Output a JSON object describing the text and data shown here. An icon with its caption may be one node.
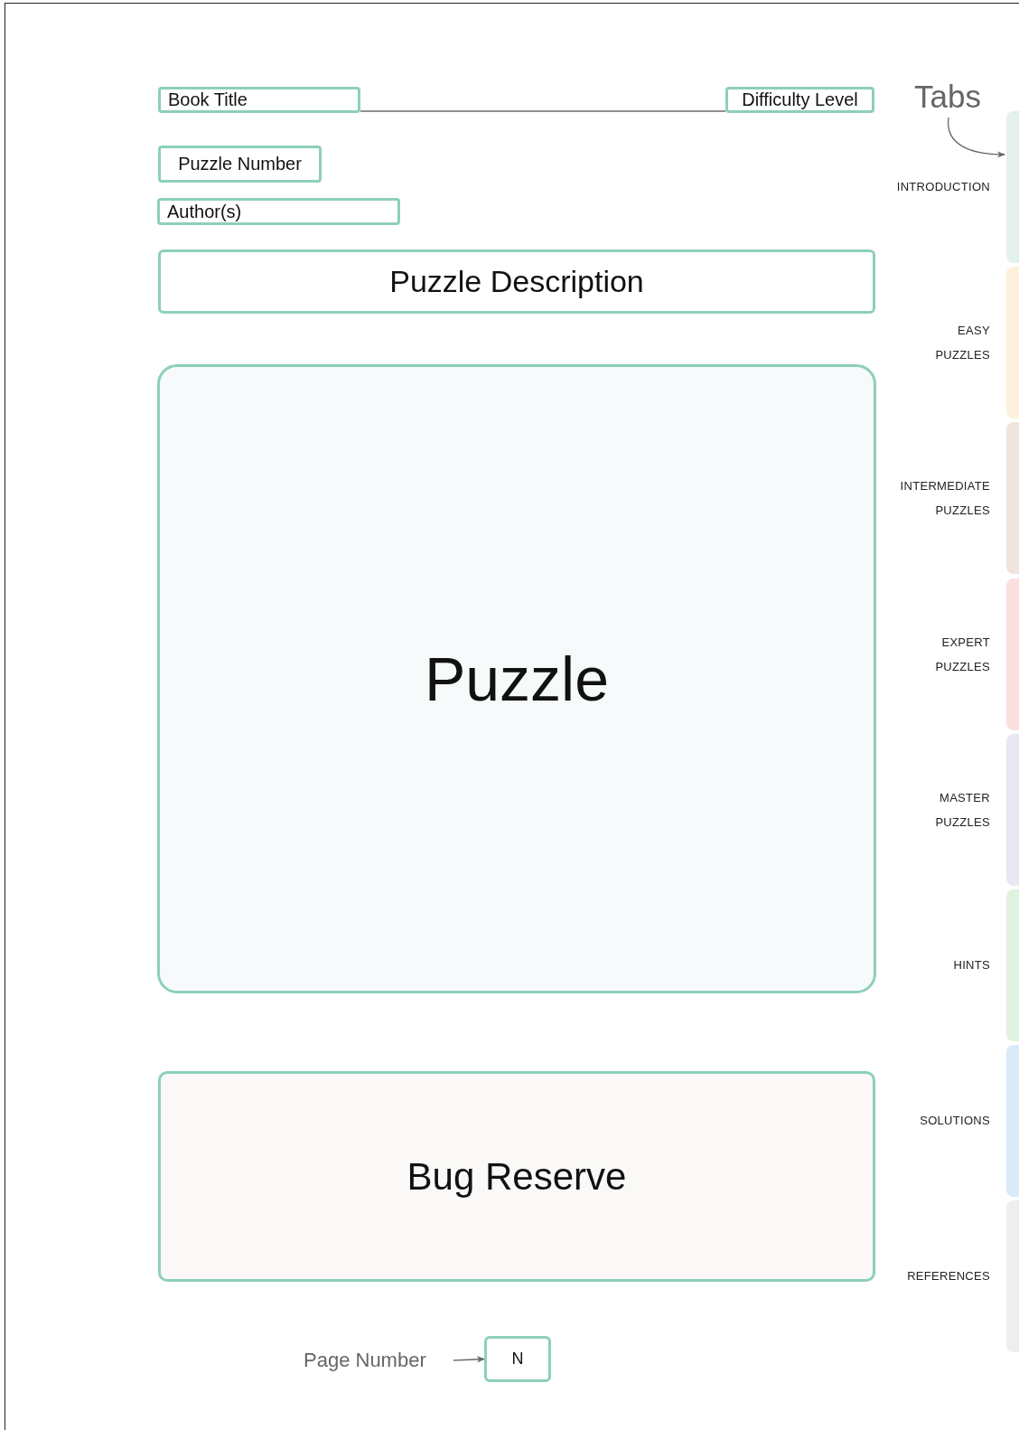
{
  "diagram": {
    "nodes": [
      {
        "text": [
          "Book Title"
        ]
      },
      {
        "text": [
          "Difficulty Level"
        ]
      },
      {
        "text": [
          "Puzzle Number"
        ]
      },
      {
        "text": [
          "Author(s)"
        ]
      },
      {
        "text": [
          "Puzzle Description"
        ]
      },
      {
        "text": [
          "Puzzle"
        ]
      },
      {
        "text": [
          "Bug Reserve"
        ]
      },
      {
        "text": [
          "Page Number"
        ]
      },
      {
        "text": [
          "N"
        ]
      },
      {
        "text": [
          "Tabs"
        ]
      },
      {
        "text": [],
        "shape": "bar"
      },
      {
        "text": [],
        "shape": "bar"
      },
      {
        "text": [],
        "shape": "bar"
      },
      {
        "text": [],
        "shape": "bar"
      },
      {
        "text": [],
        "shape": "bar"
      },
      {
        "text": [],
        "shape": "bar"
      },
      {
        "text": [],
        "shape": "bar"
      },
      {
        "text": [],
        "shape": "bar"
      }
    ],
    "edges": [
      {
        "from": 0,
        "to": 1,
        "arrow": "none"
      },
      {
        "from": 9,
        "to": 10,
        "arrow": "to"
      },
      {
        "from": 7,
        "to": 8,
        "arrow": "to"
      }
    ],
    "labels": [
      "INTRODUCTION",
      "EASY PUZZLES",
      "INTERMEDIATE PUZZLES",
      "EXPERT PUZZLES",
      "MASTER PUZZLES",
      "HINTS",
      "SOLUTIONS",
      "REFERENCES"
    ]
  }
}
